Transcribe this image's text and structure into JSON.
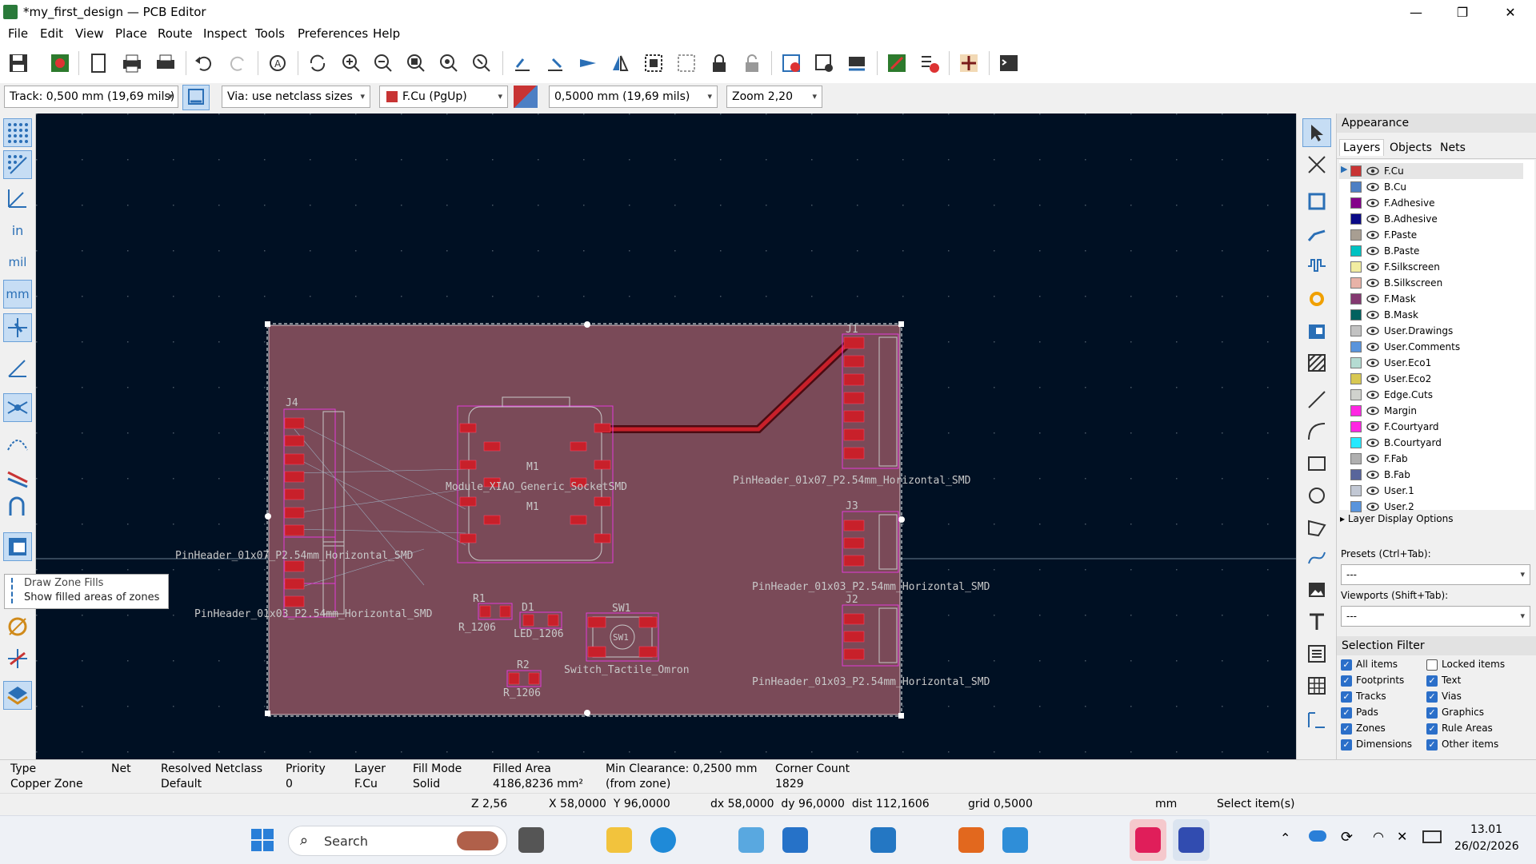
{
  "window": {
    "title": "*my_first_design — PCB Editor",
    "controls": {
      "minimize": "—",
      "maximize": "❐",
      "close": "✕"
    }
  },
  "menu": [
    "File",
    "Edit",
    "View",
    "Place",
    "Route",
    "Inspect",
    "Tools",
    "Preferences",
    "Help"
  ],
  "toolbar2": {
    "track": "Track: 0,500 mm (19,69 mils)",
    "via": "Via: use netclass sizes",
    "layer": "F.Cu (PgUp)",
    "grid": "0,5000 mm (19,69 mils)",
    "zoom": "Zoom 2,20"
  },
  "left_toolbar": {
    "unit_in": "in",
    "unit_mil": "mil",
    "unit_mm": "mm"
  },
  "tooltip": {
    "title": "Draw Zone Fills",
    "desc": "Show filled areas of zones"
  },
  "pcb": {
    "refs": {
      "j1": "J1",
      "j2": "J2",
      "j3": "J3",
      "j4": "J4",
      "m1": "M1",
      "m1b": "M1",
      "r1": "R1",
      "r2": "R2",
      "d1": "D1",
      "sw1": "SW1",
      "sw1c": "SW1"
    },
    "values": {
      "j1": "PinHeader_01x07_P2.54mm_Horizontal_SMD",
      "j4": "PinHeader_01x07_P2.54mm_Horizontal_SMD",
      "j3": "PinHeader_01x03_P2.54mm_Horizontal_SMD",
      "j2": "PinHeader_01x03_P2.54mm_Horizontal_SMD",
      "j_left3": "PinHeader_01x03_P2.54mm_Horizontal_SMD",
      "m1": "Module_XIAO_Generic_SocketSMD",
      "r1": "R_1206",
      "r2": "R_1206",
      "d1": "LED_1206",
      "sw1": "Switch_Tactile_Omron"
    }
  },
  "appearance": {
    "header": "Appearance",
    "tabs": [
      "Layers",
      "Objects",
      "Nets"
    ],
    "layers": [
      {
        "name": "F.Cu",
        "color": "#c83434"
      },
      {
        "name": "B.Cu",
        "color": "#4d7fc4"
      },
      {
        "name": "F.Adhesive",
        "color": "#84008a"
      },
      {
        "name": "B.Adhesive",
        "color": "#0a0a87"
      },
      {
        "name": "F.Paste",
        "color": "#a89e92"
      },
      {
        "name": "B.Paste",
        "color": "#00c2c2"
      },
      {
        "name": "F.Silkscreen",
        "color": "#f2eda1"
      },
      {
        "name": "B.Silkscreen",
        "color": "#e8b2a7"
      },
      {
        "name": "F.Mask",
        "color": "#843870"
      },
      {
        "name": "B.Mask",
        "color": "#02625f"
      },
      {
        "name": "User.Drawings",
        "color": "#c2c2c2"
      },
      {
        "name": "User.Comments",
        "color": "#5994dc"
      },
      {
        "name": "User.Eco1",
        "color": "#b4dbd2"
      },
      {
        "name": "User.Eco2",
        "color": "#d8c852"
      },
      {
        "name": "Edge.Cuts",
        "color": "#d0d2cd"
      },
      {
        "name": "Margin",
        "color": "#ff26e2"
      },
      {
        "name": "F.Courtyard",
        "color": "#ff26e2"
      },
      {
        "name": "B.Courtyard",
        "color": "#26e9ff"
      },
      {
        "name": "F.Fab",
        "color": "#afafaf"
      },
      {
        "name": "B.Fab",
        "color": "#58659b"
      },
      {
        "name": "User.1",
        "color": "#c2c8d4"
      },
      {
        "name": "User.2",
        "color": "#5994dc"
      }
    ],
    "layer_display_options": "Layer Display Options",
    "presets_label": "Presets (Ctrl+Tab):",
    "presets_value": "---",
    "viewports_label": "Viewports (Shift+Tab):",
    "viewports_value": "---",
    "selection_filter": "Selection Filter",
    "filters_left": [
      {
        "label": "All items",
        "checked": true
      },
      {
        "label": "Footprints",
        "checked": true
      },
      {
        "label": "Tracks",
        "checked": true
      },
      {
        "label": "Pads",
        "checked": true
      },
      {
        "label": "Zones",
        "checked": true
      },
      {
        "label": "Dimensions",
        "checked": true
      }
    ],
    "filters_right": [
      {
        "label": "Locked items",
        "checked": false
      },
      {
        "label": "Text",
        "checked": true
      },
      {
        "label": "Vias",
        "checked": true
      },
      {
        "label": "Graphics",
        "checked": true
      },
      {
        "label": "Rule Areas",
        "checked": true
      },
      {
        "label": "Other items",
        "checked": true
      }
    ]
  },
  "properties": {
    "type_h": "Type",
    "type_v": "Copper Zone",
    "net_h": "Net",
    "net_v": "",
    "netclass_h": "Resolved Netclass",
    "netclass_v": "Default",
    "priority_h": "Priority",
    "priority_v": "0",
    "layer_h": "Layer",
    "layer_v": "F.Cu",
    "fill_h": "Fill Mode",
    "fill_v": "Solid",
    "area_h": "Filled Area",
    "area_v": "4186,8236 mm²",
    "clear_h": "Min Clearance: 0,2500 mm",
    "clear_v": "(from zone)",
    "corner_h": "Corner Count",
    "corner_v": "1829"
  },
  "status": {
    "z": "Z 2,56",
    "xy": "X 58,0000  Y 96,0000",
    "dist": "dx 58,0000  dy 96,0000  dist 112,1606",
    "grid": "grid 0,5000",
    "units": "mm",
    "mode": "Select item(s)"
  },
  "taskbar": {
    "search": "Search",
    "time": "13.01",
    "date": "26/02/2026"
  }
}
